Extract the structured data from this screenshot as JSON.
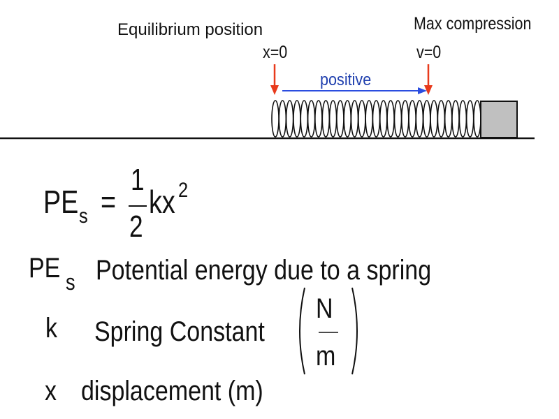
{
  "diagram": {
    "equilibrium_label": "Equilibrium position",
    "x_label": "x=0",
    "max_label": "Max compression",
    "v_label": "v=0",
    "direction_label": "positive",
    "colors": {
      "marker_arrow": "#e83a1c",
      "direction_arrow": "#2b4de0",
      "block_fill": "#c0c0c0",
      "ink": "#111111"
    }
  },
  "formula": {
    "lhs": "PE",
    "lhs_sub": "s",
    "equals": "=",
    "numerator": "1",
    "denominator": "2",
    "rhs": "kx",
    "exponent": "2"
  },
  "definitions": [
    {
      "symbol": "PE",
      "symbol_sub": "s",
      "text": "Potential energy due to a spring"
    },
    {
      "symbol": "k",
      "text": "Spring Constant",
      "unit_numerator": "N",
      "unit_denominator": "m"
    },
    {
      "symbol": "x",
      "text": "displacement (m)"
    }
  ]
}
